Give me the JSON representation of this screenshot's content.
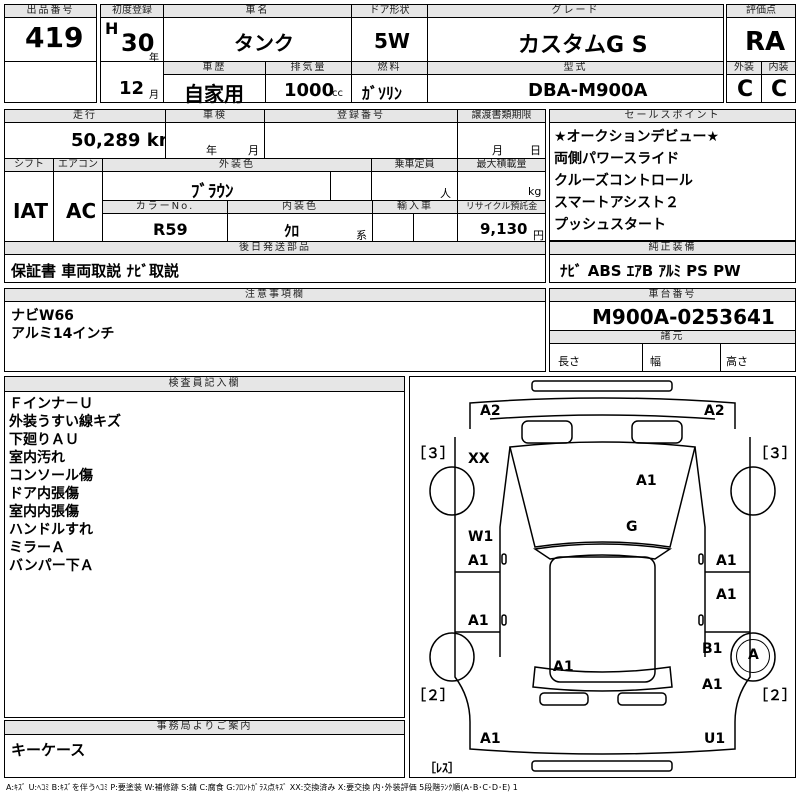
{
  "headers": {
    "lot_no": "出品番号",
    "first_reg": "初度登録",
    "car_name": "車名",
    "door": "ドア形状",
    "grade": "グレード",
    "score": "評価点",
    "history": "車歴",
    "displacement": "排気量",
    "fuel": "燃料",
    "model_code": "型式",
    "exterior": "外装",
    "interior": "内装",
    "mileage": "走行",
    "inspection": "車検",
    "reg_no": "登録番号",
    "transfer": "譲渡書類期限",
    "sales_points": "セールスポイント",
    "shift": "シフト",
    "aircon": "エアコン",
    "ext_color": "外装色",
    "capacity": "乗車定員",
    "max_load": "最大積載量",
    "color_no": "カラーNo.",
    "int_color": "内装色",
    "import": "輸入車",
    "recycle": "リサイクル預託金",
    "later_parts": "後日発送部品",
    "genuine_equip": "純正装備",
    "notes": "注意事項欄",
    "chassis_no": "車台番号",
    "specs": "諸元",
    "inspector": "検査員記入欄",
    "office": "事務局よりご案内"
  },
  "lot_no": "419",
  "era": "H",
  "year": "30",
  "year_unit": "年",
  "month": "12",
  "month_unit": "月",
  "car_name": "タンク",
  "door": "5W",
  "grade": "カスタムG S",
  "score": "RA",
  "history": "自家用",
  "displacement": "1000",
  "displacement_unit": "cc",
  "fuel": "ｶﾞｿﾘﾝ",
  "model_code": "DBA-M900A",
  "exterior_grade": "C",
  "interior_grade": "C",
  "mileage": "50,289 km",
  "inspection_year_unit": "年",
  "inspection_month_unit": "月",
  "transfer_month_unit": "月",
  "transfer_day_unit": "日",
  "shift": "IAT",
  "aircon": "AC",
  "ext_color": "ﾌﾞﾗｳﾝ",
  "capacity_unit": "人",
  "max_load_unit": "kg",
  "color_no": "R59",
  "int_color": "ｸﾛ",
  "int_color_unit": "系",
  "recycle": "9,130",
  "recycle_unit": "円",
  "sales_points": [
    "★オークションデビュー★",
    "両側パワースライド",
    "クルーズコントロール",
    "スマートアシスト２",
    "プッシュスタート"
  ],
  "later_parts": "保証書 車両取説 ﾅﾋﾞ取説",
  "genuine_equip": "ﾅﾋﾞ ABS ｴｱB ｱﾙﾐ PS PW",
  "notes": [
    "ナビW66",
    "アルミ14インチ"
  ],
  "chassis_no": "M900A-0253641",
  "spec_length": "長さ",
  "spec_width": "幅",
  "spec_height": "高さ",
  "inspector_notes": [
    "Ｆインナ－Ｕ",
    "外装うすい線キズ",
    "下廻りＡＵ",
    "室内汚れ",
    "コンソール傷",
    "ドア内張傷",
    "室内内張傷",
    "ハンドルすれ",
    "ミラーＡ",
    "バンパー下Ａ"
  ],
  "office_note": "キーケース",
  "diagram": {
    "tire_front_left": "［３］",
    "tire_front_right": "［３］",
    "tire_rear_left": "［２］",
    "tire_rear_right": "［２］",
    "spare": "［ﾚｽ］",
    "marks": {
      "m_a2_l": "A2",
      "m_a2_r": "A2",
      "m_xx": "XX",
      "m_a1_hood": "A1",
      "m_g": "G",
      "m_w1": "W1",
      "m_a1_ld1": "A1",
      "m_a1_rd1": "A1",
      "m_a1_ld2": "A1",
      "m_a1_rd2": "A1",
      "m_a1_roof": "A1",
      "m_b1": "B1",
      "m_a_wheel": "A",
      "m_a1_rq": "A1",
      "m_a1_rb_l": "A1",
      "m_u1": "U1"
    }
  },
  "legend": "A:ｷｽﾞ U:ﾍｺﾐ B:ｷｽﾞを伴うﾍｺﾐ P:要塗装 W:補修跡 S:錆 C:腐食 G:ﾌﾛﾝﾄｶﾞﾗｽ点ｷｽﾞ XX:交換済み X:要交換 内･外装評価 5段階ﾗﾝｸ順(A･B･C･D･E) 1"
}
